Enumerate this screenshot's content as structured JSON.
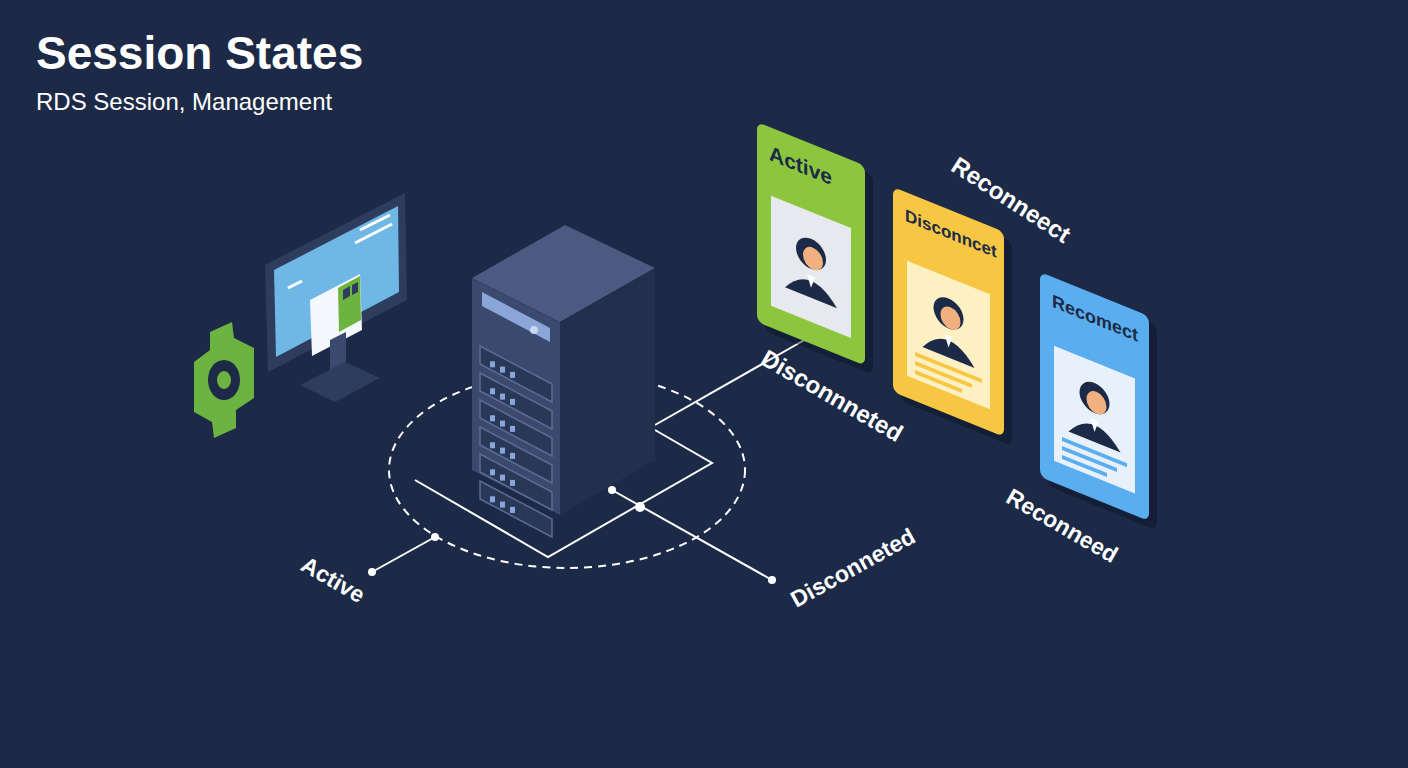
{
  "diagram": {
    "title": "Session States",
    "nodes": [
      {
        "text": [
          "Active"
        ]
      },
      {
        "text": [
          "Disconncet"
        ]
      },
      {
        "text": [
          "Recomect"
        ]
      }
    ],
    "labels": [
      "RDS Session, Management",
      "Reconneect",
      "Disconnneted",
      "Reconneed",
      "Active",
      "Disconneted"
    ]
  }
}
